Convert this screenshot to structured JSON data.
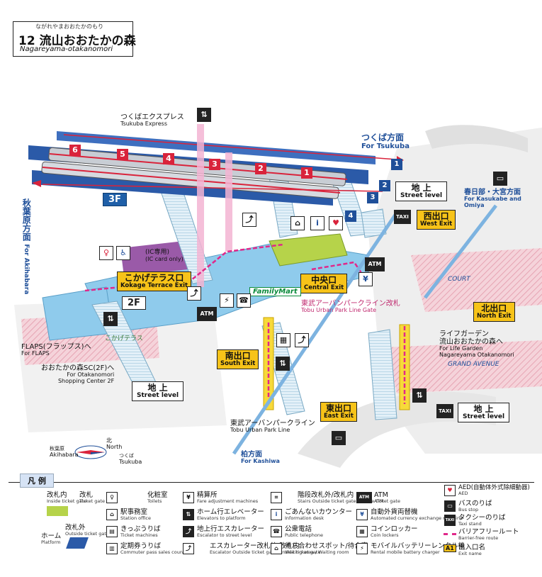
{
  "station": {
    "furigana": "ながれやまおおたかのもり",
    "number": "12",
    "name_jp": "流山おおたかの森",
    "name_en": "Nagareyama-otakanomori"
  },
  "lines": {
    "tsukuba_express": {
      "jp": "つくばエクスプレス",
      "en": "Tsukuba Express"
    },
    "tobu_urban_park": {
      "jp": "東武アーバンパークライン",
      "en": "Tobu Urban Park Line"
    }
  },
  "directions": {
    "tsukuba": {
      "jp": "つくば方面",
      "en": "For Tsukuba"
    },
    "akihabara": {
      "jp": "秋葉原方面",
      "en": "For Akihabara"
    },
    "kasukabe": {
      "jp": "春日部・大宮方面",
      "en": "For Kasukabe and Omiya"
    },
    "kashiwa": {
      "jp": "柏方面",
      "en": "For Kashiwa"
    }
  },
  "platform_numbers": [
    "1",
    "2",
    "3",
    "4"
  ],
  "car_numbers": [
    "6",
    "5",
    "4",
    "3",
    "2",
    "1"
  ],
  "floors": {
    "f3": "3F",
    "f2": "2F"
  },
  "exits": {
    "kokage": {
      "jp": "こかげテラス口",
      "en": "Kokage Terrace Exit"
    },
    "central": {
      "jp": "中央口",
      "en": "Central Exit"
    },
    "west": {
      "jp": "西出口",
      "en": "West Exit"
    },
    "north": {
      "jp": "北出口",
      "en": "North Exit"
    },
    "south": {
      "jp": "南出口",
      "en": "South Exit"
    },
    "east": {
      "jp": "東出口",
      "en": "East Exit"
    }
  },
  "street_level": {
    "jp": "地 上",
    "en": "Street level"
  },
  "labels": {
    "ic_only_jp": "(IC専用)",
    "ic_only_en": "(IC card only)",
    "familymart": "FamilyMart",
    "tobu_gate_jp": "東武アーバンパークライン改札",
    "tobu_gate_en": "Tobu Urban Park Line Gate",
    "flaps_jp": "FLAPS(フラップス)へ",
    "flaps_en": "For FLAPS",
    "kokage_terrace_sign": "こかげテラス",
    "otakanomori_sc_jp": "おおたかの森SC(2F)へ",
    "otakanomori_sc_en1": "For Otakanomori",
    "otakanomori_sc_en2": "Shopping Center 2F",
    "life_garden_jp1": "ライフガーデン",
    "life_garden_jp2": "流山おおたかの森へ",
    "life_garden_en1": "For Life Garden",
    "life_garden_en2": "Nagareyama Otakanomori",
    "court": "COURT",
    "grand_avenue": "GRAND AVENUE",
    "atm": "ATM",
    "taxi": "TAXI"
  },
  "compass": {
    "north_jp": "北",
    "north_en": "North",
    "akihabara_jp": "秋葉原",
    "akihabara_en": "Akihabara",
    "tsukuba_jp": "つくば",
    "tsukuba_en": "Tsukuba"
  },
  "legend": {
    "title": "凡 例",
    "items": [
      {
        "jp": "改札内",
        "en": "Inside ticket gate"
      },
      {
        "jp": "改札",
        "en": "Ticket gate"
      },
      {
        "jp": "改札外",
        "en": "Outside ticket gate"
      },
      {
        "jp": "ホーム",
        "en": "Platform"
      },
      {
        "jp": "化粧室",
        "en": "Toilets"
      },
      {
        "jp": "駅事務室",
        "en": "Station office"
      },
      {
        "jp": "きっぷうりば",
        "en": "Ticket machines"
      },
      {
        "jp": "定期券うりば",
        "en": "Commuter pass sales counter"
      },
      {
        "jp": "精算所",
        "en": "Fare adjustment machines"
      },
      {
        "jp": "ホーム行エレベーター",
        "en": "Elevators to platform"
      },
      {
        "jp": "地上行エスカレーター",
        "en": "Escalator to street level"
      },
      {
        "jp": "エスカレーター改札外/改札内",
        "en": "Escalator Outside ticket gate / Inside ticket gate"
      },
      {
        "jp": "階段改札外/改札内",
        "en": "Stairs Outside ticket gate / Inside ticket gate"
      },
      {
        "jp": "ごあんないカウンター",
        "en": "Information desk"
      },
      {
        "jp": "公衆電話",
        "en": "Public telephone"
      },
      {
        "jp": "待ち合わせスポット/待合室",
        "en": "Waiting area / Waiting room"
      },
      {
        "jp": "ATM",
        "en": "ATM"
      },
      {
        "jp": "自動外貨両替機",
        "en": "Automated currency exchange machine"
      },
      {
        "jp": "コインロッカー",
        "en": "Coin lockers"
      },
      {
        "jp": "モバイルバッテリーレンタル機",
        "en": "Rental mobile battery charger"
      },
      {
        "jp": "AED(自動体外式除細動器)",
        "en": "AED"
      },
      {
        "jp": "バスのりば",
        "en": "Bus stop"
      },
      {
        "jp": "タクシーのりば",
        "en": "Taxi stand"
      },
      {
        "jp": "バリアフリールート",
        "en": "Barrier-free route"
      },
      {
        "jp": "出入口名",
        "en": "Exit name"
      }
    ],
    "exit_sample": "A1"
  },
  "colors": {
    "platform": "#2b5aa8",
    "concourse": "#7ec3ea",
    "stairs": "#c8e4f2",
    "exit_yellow": "#f7c319",
    "barrier_free": "#e0288a",
    "pink_area": "#f2c7cf",
    "track_red": "#d9233b",
    "kokage_purple": "#9a5aa8",
    "gate_green": "#b6d34a"
  }
}
